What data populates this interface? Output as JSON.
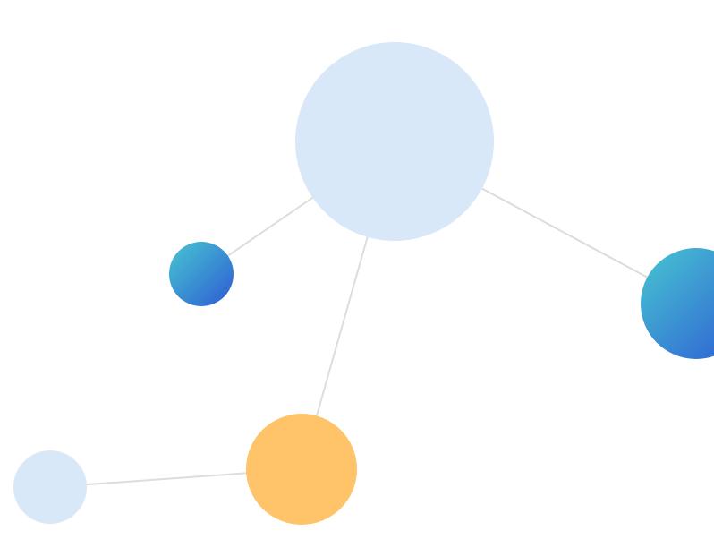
{
  "diagram": {
    "kind": "network-graph",
    "background": "#ffffff",
    "edge_color": "#dddddd",
    "nodes": [
      {
        "id": "hub-large",
        "style": "light-blue",
        "fill": "#d8e8f9"
      },
      {
        "id": "small-gradient",
        "style": "gradient",
        "gradient_from": "#48c6d2",
        "gradient_to": "#2d5bd3"
      },
      {
        "id": "right-gradient",
        "style": "gradient",
        "gradient_from": "#48c6d2",
        "gradient_to": "#2d5bd3"
      },
      {
        "id": "orange-node",
        "style": "orange",
        "fill": "#ffc369"
      },
      {
        "id": "small-light",
        "style": "light-blue",
        "fill": "#d8e8f9"
      }
    ],
    "edges": [
      {
        "from": "hub-large",
        "to": "small-gradient"
      },
      {
        "from": "hub-large",
        "to": "right-gradient"
      },
      {
        "from": "hub-large",
        "to": "orange-node"
      },
      {
        "from": "orange-node",
        "to": "small-light"
      }
    ]
  }
}
